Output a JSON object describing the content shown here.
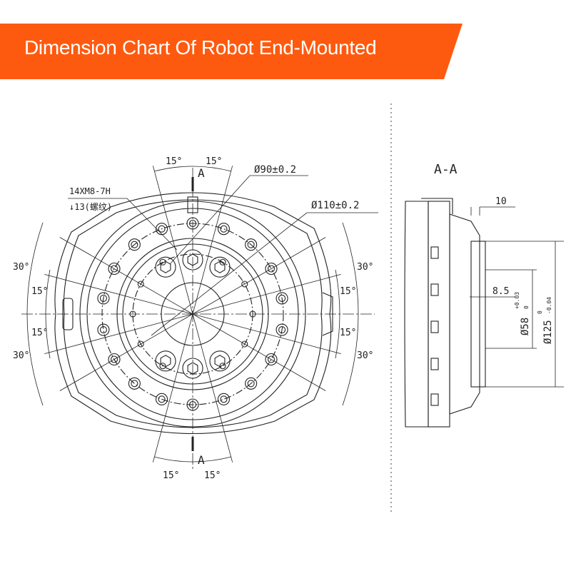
{
  "header": {
    "title": "Dimension Chart Of Robot End-Mounted",
    "color": "#fd5a10"
  },
  "front_view": {
    "section_mark_top": "A",
    "section_mark_bottom": "A",
    "angle_top_left": "15°",
    "angle_top_right": "15°",
    "angle_bottom_left": "15°",
    "angle_bottom_right": "15°",
    "angle_left_upper_outer": "30°",
    "angle_left_upper_inner": "15°",
    "angle_left_lower_inner": "15°",
    "angle_left_lower_outer": "30°",
    "angle_right_upper_outer": "30°",
    "angle_right_upper_inner": "15°",
    "angle_right_lower_inner": "15°",
    "angle_right_lower_outer": "30°",
    "dim_inner_circle": "Ø90±0.2",
    "dim_outer_circle": "Ø110±0.2",
    "thread_spec_line1": "14XM8-7H",
    "thread_spec_line2": "↓13(螺纹)"
  },
  "section_view": {
    "title": "A-A",
    "dim_flange": "10",
    "dim_step": "8.5",
    "dim_bore_main": "Ø58",
    "dim_bore_tol_upper": "+0.03",
    "dim_bore_tol_lower": "0",
    "dim_outer_main": "Ø125",
    "dim_outer_tol_upper": "0",
    "dim_outer_tol_lower": "-0.04"
  }
}
